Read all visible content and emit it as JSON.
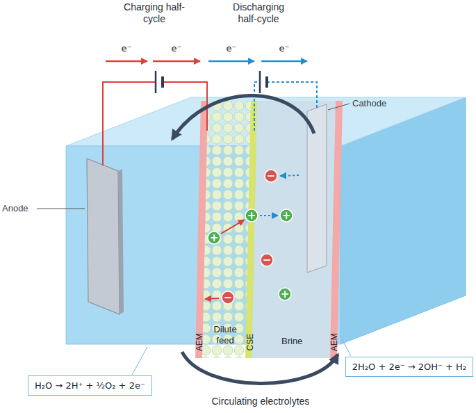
{
  "diagram": {
    "nodes": [
      {
        "text": [
          "−"
        ]
      },
      {
        "text": [
          "+"
        ]
      },
      {
        "text": [
          "+"
        ]
      },
      {
        "text": [
          "+"
        ]
      },
      {
        "text": [
          "−"
        ]
      },
      {
        "text": [
          "+"
        ]
      },
      {
        "text": [
          "−"
        ]
      },
      {
        "text": [
          "2H₂O + 2e⁻ → 2OH⁻ + H₂"
        ]
      },
      {
        "text": [
          "H₂O → 2H⁺ + ½O₂ + 2e⁻"
        ]
      }
    ],
    "edges": [
      {
        "from": 3,
        "to": 1,
        "arrow": "to"
      },
      {
        "from": 1,
        "to": 2,
        "arrow": "to"
      }
    ],
    "labels": [
      "Charging half-cycle",
      "Discharging half-cycle",
      "e⁻",
      "e⁻",
      "e⁻",
      "e⁻",
      "Cathode",
      "Anode",
      "Dilute feed",
      "Brine",
      "AEM",
      "CSE",
      "AEM",
      "Circulating electrolytes"
    ]
  }
}
